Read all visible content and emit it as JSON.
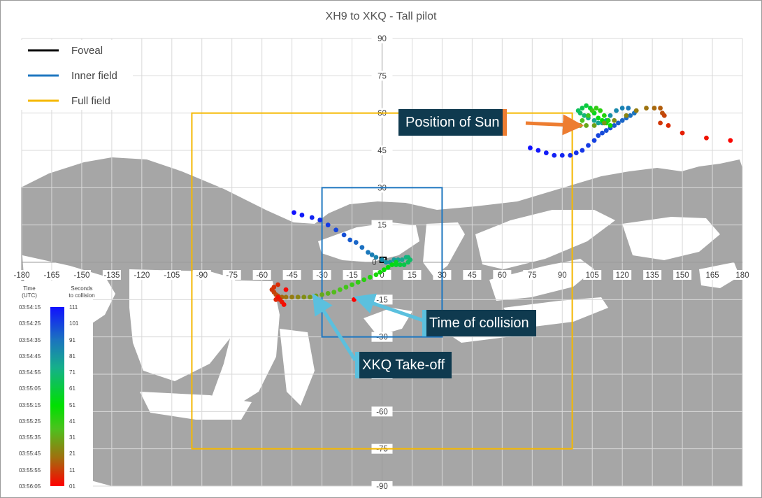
{
  "chart_data": {
    "type": "scatter",
    "title": "XH9 to XKQ - Tall pilot",
    "xlabel": "",
    "ylabel": "",
    "x_ticks": [
      -180,
      -165,
      -150,
      -135,
      -120,
      -105,
      -90,
      -75,
      -60,
      -45,
      -30,
      -15,
      0,
      15,
      30,
      45,
      60,
      75,
      90,
      105,
      120,
      135,
      150,
      165,
      180
    ],
    "y_ticks": [
      90,
      75,
      60,
      45,
      30,
      15,
      0,
      -15,
      -30,
      -45,
      -60,
      -75,
      -90
    ],
    "xlim": [
      -180,
      180
    ],
    "ylim": [
      -90,
      90
    ],
    "grid": true,
    "legend_position": "top-left",
    "fields": [
      {
        "name": "Foveal",
        "color": "#000000",
        "x": [
          -1,
          2
        ],
        "y": [
          0,
          2
        ]
      },
      {
        "name": "Inner field",
        "color": "#1f77c0",
        "x": [
          -30,
          30
        ],
        "y": [
          -30,
          30
        ]
      },
      {
        "name": "Full field",
        "color": "#f5b800",
        "x": [
          -95,
          95
        ],
        "y": [
          -75,
          60
        ]
      }
    ],
    "series": [
      {
        "x": [
          -44,
          -40,
          -35,
          -31,
          -27,
          -23,
          -19,
          -16,
          -13,
          -10,
          -7,
          -5,
          -3,
          0,
          2,
          4,
          6,
          8,
          10,
          12,
          13,
          14,
          13,
          11,
          9,
          7,
          7,
          5,
          3,
          1,
          -1,
          -3,
          -6,
          -9,
          -12,
          -15,
          -18,
          -21,
          -24,
          -27,
          -30,
          -33,
          -36,
          -39,
          -42,
          -45,
          -48,
          -50,
          -52,
          -53,
          -54,
          -55,
          -54,
          -52,
          -53,
          -51,
          -50,
          -52,
          -49,
          -48
        ],
        "y": [
          20,
          19,
          18,
          17,
          15,
          13,
          11,
          9,
          8,
          6,
          4,
          3,
          2,
          1,
          0,
          0,
          1,
          1,
          1,
          2,
          2,
          1,
          0,
          -1,
          -1,
          -1,
          0,
          -1,
          -2,
          -3,
          -4,
          -5,
          -6,
          -7,
          -8,
          -9,
          -10,
          -11,
          -12,
          -12.5,
          -13,
          -13.5,
          -14,
          -14,
          -14,
          -14,
          -14,
          -14,
          -13.5,
          -13,
          -12,
          -11,
          -10,
          -9,
          -15,
          -15,
          -16,
          -14,
          -17,
          -11
        ],
        "seconds_to_collision": [
          111,
          109,
          107,
          105,
          103,
          101,
          99,
          97,
          95,
          93,
          91,
          89,
          87,
          85,
          83,
          82,
          80,
          78,
          76,
          74,
          72,
          70,
          68,
          66,
          64,
          62,
          60,
          58,
          56,
          54,
          52,
          50,
          48,
          46,
          44,
          42,
          40,
          38,
          36,
          34,
          32,
          30,
          28,
          26,
          24,
          22,
          20,
          18,
          16,
          14,
          12,
          10,
          9,
          8,
          7,
          6,
          5,
          4,
          3,
          2
        ]
      },
      {
        "x": [
          -14
        ],
        "y": [
          -15
        ],
        "seconds_to_collision": [
          1
        ]
      }
    ],
    "sun_trace": {
      "x": [
        74,
        78,
        82,
        86,
        90,
        94,
        97,
        100,
        103,
        106,
        108,
        110,
        112,
        114,
        116,
        118,
        120,
        122,
        124,
        126,
        123,
        120,
        117,
        114,
        112,
        110,
        108,
        106,
        103,
        101,
        99,
        98,
        100,
        102,
        104,
        106,
        108,
        110,
        112,
        114,
        113,
        111,
        109,
        107,
        105,
        103,
        100,
        98,
        99,
        102,
        106,
        111,
        116,
        122,
        127,
        132,
        136,
        139,
        140,
        141,
        139,
        143,
        150,
        162,
        174
      ],
      "y": [
        46,
        45,
        44,
        43,
        43,
        43,
        44,
        45,
        47,
        49,
        51,
        52,
        53,
        54,
        55,
        56,
        57,
        58,
        59,
        60,
        62,
        62,
        61,
        59,
        57,
        56,
        56,
        57,
        58,
        59,
        60,
        61,
        62,
        63,
        62,
        60,
        58,
        57,
        56,
        55,
        57,
        59,
        61,
        62,
        61,
        59,
        57,
        55,
        55,
        55,
        55,
        56,
        57,
        59,
        61,
        62,
        62,
        62,
        60,
        59,
        56,
        55,
        52,
        50,
        49
      ],
      "seconds_to_collision": [
        111,
        110,
        109,
        108,
        107,
        106,
        105,
        104,
        103,
        102,
        101,
        100,
        99,
        98,
        97,
        96,
        95,
        94,
        93,
        92,
        90,
        88,
        86,
        84,
        82,
        80,
        78,
        76,
        74,
        72,
        70,
        68,
        66,
        64,
        62,
        60,
        58,
        56,
        54,
        52,
        50,
        48,
        46,
        44,
        42,
        40,
        38,
        36,
        34,
        32,
        30,
        28,
        26,
        24,
        22,
        20,
        18,
        16,
        14,
        12,
        10,
        8,
        6,
        4,
        2
      ]
    }
  },
  "legend": {
    "foveal": "Foveal",
    "inner_field": "Inner field",
    "full_field": "Full field"
  },
  "annotations": {
    "position_of_sun": "Position of Sun",
    "time_of_collision": "Time of collision",
    "xkq_take_off": "XKQ Take-off"
  },
  "color_scale": {
    "left_title": "Time (UTC)",
    "right_title": "Seconds to collision",
    "rows": [
      {
        "time": "03:54:15",
        "seconds": "111"
      },
      {
        "time": "03:54:25",
        "seconds": "101"
      },
      {
        "time": "03:54:35",
        "seconds": "91"
      },
      {
        "time": "03:54:45",
        "seconds": "81"
      },
      {
        "time": "03:54:55",
        "seconds": "71"
      },
      {
        "time": "03:55:05",
        "seconds": "61"
      },
      {
        "time": "03:55:15",
        "seconds": "51"
      },
      {
        "time": "03:55:25",
        "seconds": "41"
      },
      {
        "time": "03:55:35",
        "seconds": "31"
      },
      {
        "time": "03:55:45",
        "seconds": "21"
      },
      {
        "time": "03:55:55",
        "seconds": "11"
      },
      {
        "time": "03:56:05",
        "seconds": "01"
      }
    ],
    "gradient_colors": [
      "#1010ff",
      "#1b72c0",
      "#15b08a",
      "#00e000",
      "#4cc21e",
      "#a0700e",
      "#ff0000"
    ]
  },
  "colors": {
    "gridline": "#d9d9d9",
    "axis": "#9a9a9a",
    "callout_background": "#0f3a4f",
    "sun_arrow": "#ed7d31",
    "collision_arrows": "#5bc0de",
    "obstruction": "#a6a6a6"
  }
}
